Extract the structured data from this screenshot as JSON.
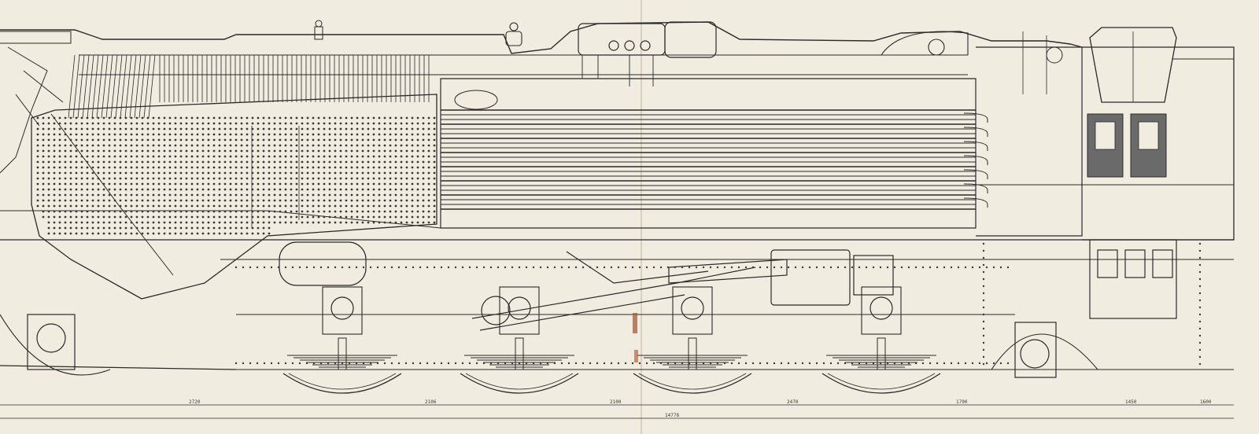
{
  "drawing": {
    "paper_color": "#f1ece0",
    "ink_color": "#2a2a2a",
    "smoke_color": "#6a6a6a",
    "dimensions": [
      "2720",
      "2106",
      "2100",
      "2470",
      "1790",
      "1450",
      "1600"
    ],
    "overall_dimension": "14778"
  }
}
